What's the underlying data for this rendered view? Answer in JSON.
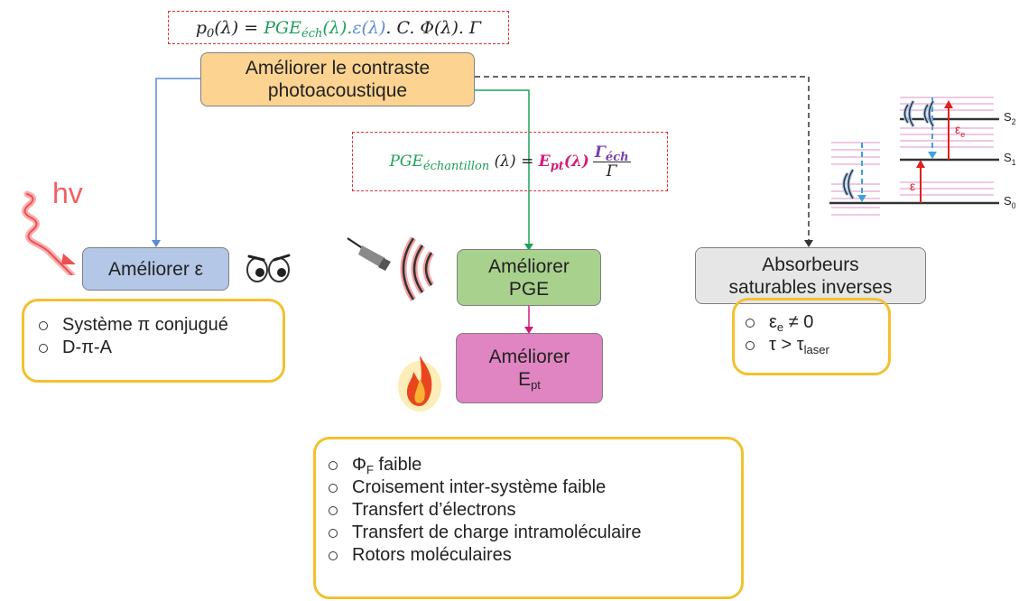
{
  "formula_top": {
    "p0": "p",
    "p0_sub": "0",
    "p0_rest": "(λ) = ",
    "pge": "PGE",
    "pge_sub": "éch",
    "pge_rest": "(λ).",
    "eps": "ε(λ)",
    "rest": ". C. Φ(λ). Γ"
  },
  "formula_mid": {
    "pge": "PGE",
    "pge_sub": "échantillon",
    "pge_rest": " (λ) = ",
    "ept": "E",
    "ept_sub": "pt",
    "ept_rest": "(λ)",
    "num": "Γ",
    "num_sub": "éch",
    "den": "Γ"
  },
  "boxes": {
    "contrast": [
      "Améliorer le contraste",
      "photoacoustique"
    ],
    "eps": "Améliorer ε",
    "pge": [
      "Améliorer",
      "PGE"
    ],
    "ept": "Améliorer",
    "ept_main": "E",
    "ept_sub": "pt",
    "absorb": [
      "Absorbeurs",
      "saturables inverses"
    ]
  },
  "hv": "hv",
  "list_left": [
    "Système π conjugué",
    "D-π-A"
  ],
  "list_right": {
    "l1_a": "ε",
    "l1_sub": "e",
    "l1_b": " ≠ 0",
    "l2_a": "τ > τ",
    "l2_sub": "laser"
  },
  "list_bottom": {
    "l1_a": "Φ",
    "l1_sub": "F",
    "l1_b": " faible",
    "items": [
      "Croisement inter-système faible",
      "Transfert d’électrons",
      "Transfert de charge intramoléculaire",
      "Rotors moléculaires"
    ]
  },
  "energy": {
    "s0": "S",
    "s0_sub": "0",
    "s1": "S",
    "s1_sub": "1",
    "s2": "S",
    "s2_sub": "2",
    "eps": "ε",
    "eps_e": "ε",
    "eps_e_sub": "e"
  },
  "colors": {
    "blue_box": "#b4c7e7",
    "orange_box": "#fdd391",
    "green_box": "#a9d18e",
    "pink_box": "#e085c2",
    "grey_box": "#e6e6e6",
    "yellow_border": "#f2c12e"
  }
}
